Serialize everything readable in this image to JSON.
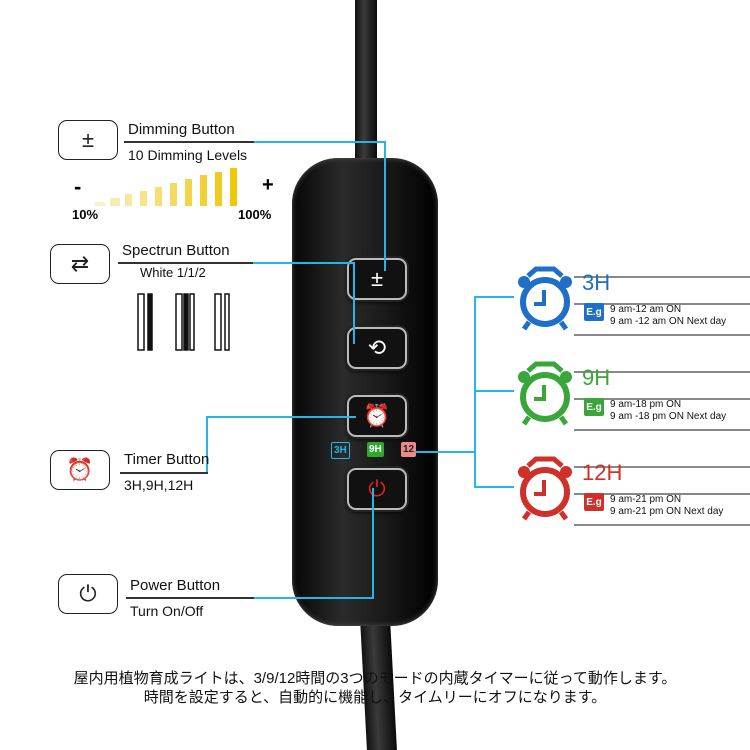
{
  "colors": {
    "accent": "#27b4e8",
    "blue": "#1f6fc6",
    "green": "#3aa63a",
    "red": "#d0302a"
  },
  "remote": {
    "dim_icon": "±",
    "spectrum_icon": "⟲",
    "timer_icon": "⏰",
    "power_icon": "⏻",
    "indicators": [
      "3H",
      "9H",
      "12"
    ]
  },
  "dimming": {
    "title": "Dimming Button",
    "sub": "10 Dimming Levels",
    "icon": "±",
    "minus": "-",
    "plus": "+",
    "min": "10%",
    "max": "100%",
    "levels": 10
  },
  "spectrum": {
    "title": "Spectrun Button",
    "sub": "White 1/1/2",
    "icon": "⇄"
  },
  "timer": {
    "title": "Timer Button",
    "sub": "3H,9H,12H",
    "icon": "⏰"
  },
  "power": {
    "title": "Power Button",
    "sub": "Turn On/Off",
    "icon": "⏻"
  },
  "modes": [
    {
      "label": "3H",
      "eg": "E.g",
      "line1": "9 am-12 am ON",
      "line2": "9 am -12 am ON Next day"
    },
    {
      "label": "9H",
      "eg": "E.g",
      "line1": "9 am-18 pm ON",
      "line2": "9 am -18 pm ON Next day"
    },
    {
      "label": "12H",
      "eg": "E.g",
      "line1": "9 am-21 pm ON",
      "line2": "9 am-21 pm ON Next day"
    }
  ],
  "footer": {
    "line1": "屋内用植物育成ライトは、3/9/12時間の3つのモードの内蔵タイマーに従って動作します。",
    "line2": "時間を設定すると、自動的に機能し、タイムリーにオフになります。"
  }
}
